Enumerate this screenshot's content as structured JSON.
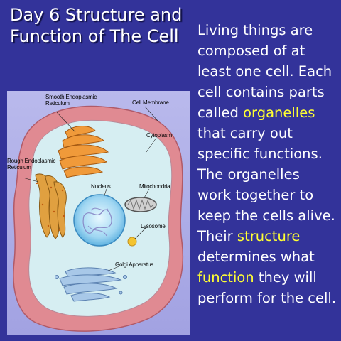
{
  "title": {
    "line1": "Day 6 Structure and",
    "line2": "Function of The Cell"
  },
  "body": {
    "part1": "Living things are composed of at least one cell.  Each cell contains parts called ",
    "organelles": "organelles",
    "part2": " that carry out specific functions. The organelles work together to keep the cells alive. Their ",
    "structure": "structure",
    "part3": " determines what ",
    "function": "function",
    "part4": " they will perform for the cell."
  },
  "diagram": {
    "labels": {
      "smooth_er": "Smooth Endoplasmic Reticulum",
      "cell_membrane": "Cell Membrane",
      "cytoplasm": "Cytoplasm",
      "rough_er": "Rough Endoplasmic Reticulum",
      "nucleus": "Nucleus",
      "mitochondria": "Mitochondria",
      "lysosome": "Lysosome",
      "golgi": "Golgi Apparatus"
    }
  },
  "colors": {
    "background": "#33339a",
    "highlight": "#ffff33",
    "text": "#ffffff"
  }
}
